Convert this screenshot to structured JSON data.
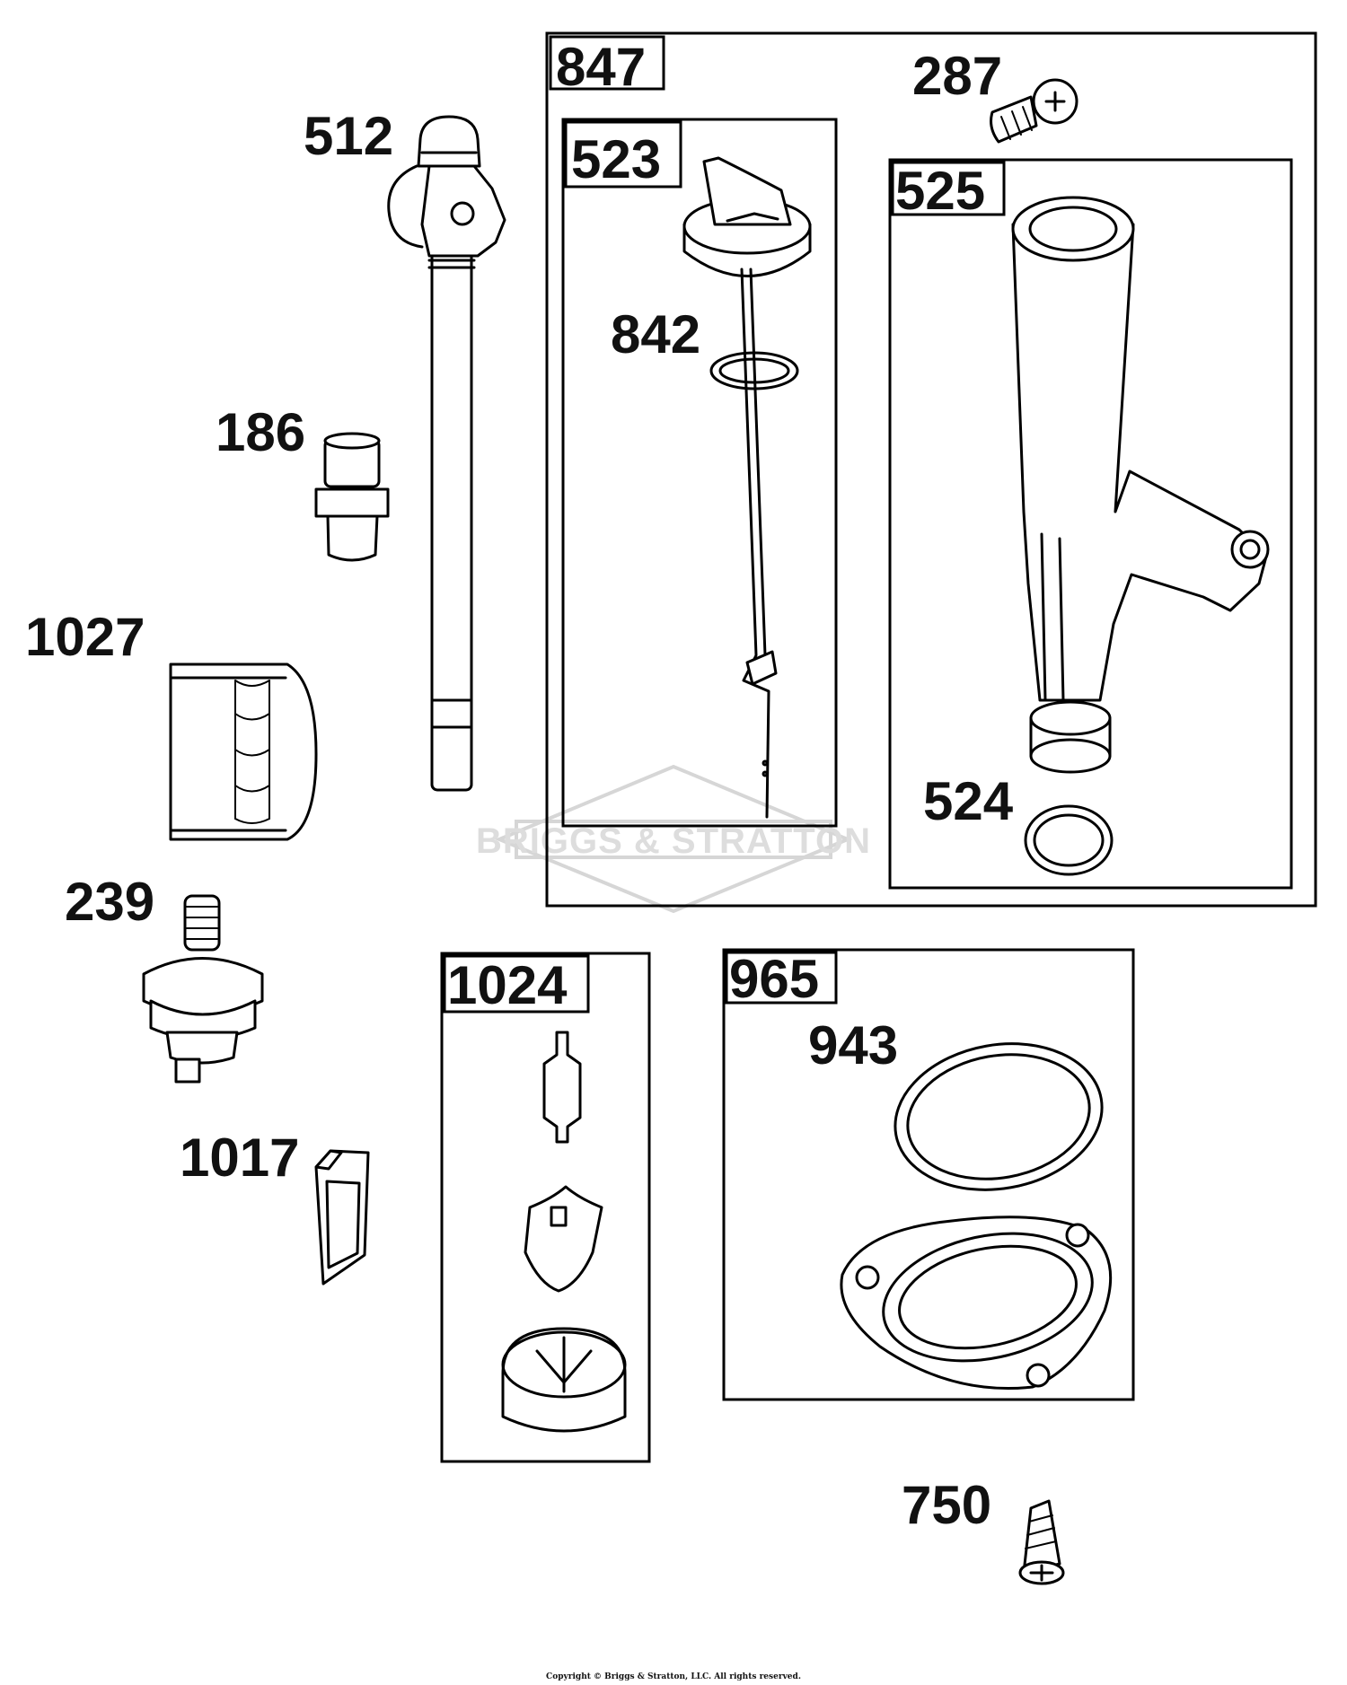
{
  "watermark": {
    "text": "BRIGGS & STRATTON"
  },
  "copyright": "Copyright © Briggs & Stratton, LLC. All rights reserved.",
  "labels": {
    "p512": "512",
    "p186": "186",
    "p1027": "1027",
    "p239": "239",
    "p1017": "1017",
    "p847": "847",
    "p287": "287",
    "p523": "523",
    "p842": "842",
    "p525": "525",
    "p524": "524",
    "p1024": "1024",
    "p965": "965",
    "p943": "943",
    "p750": "750"
  }
}
